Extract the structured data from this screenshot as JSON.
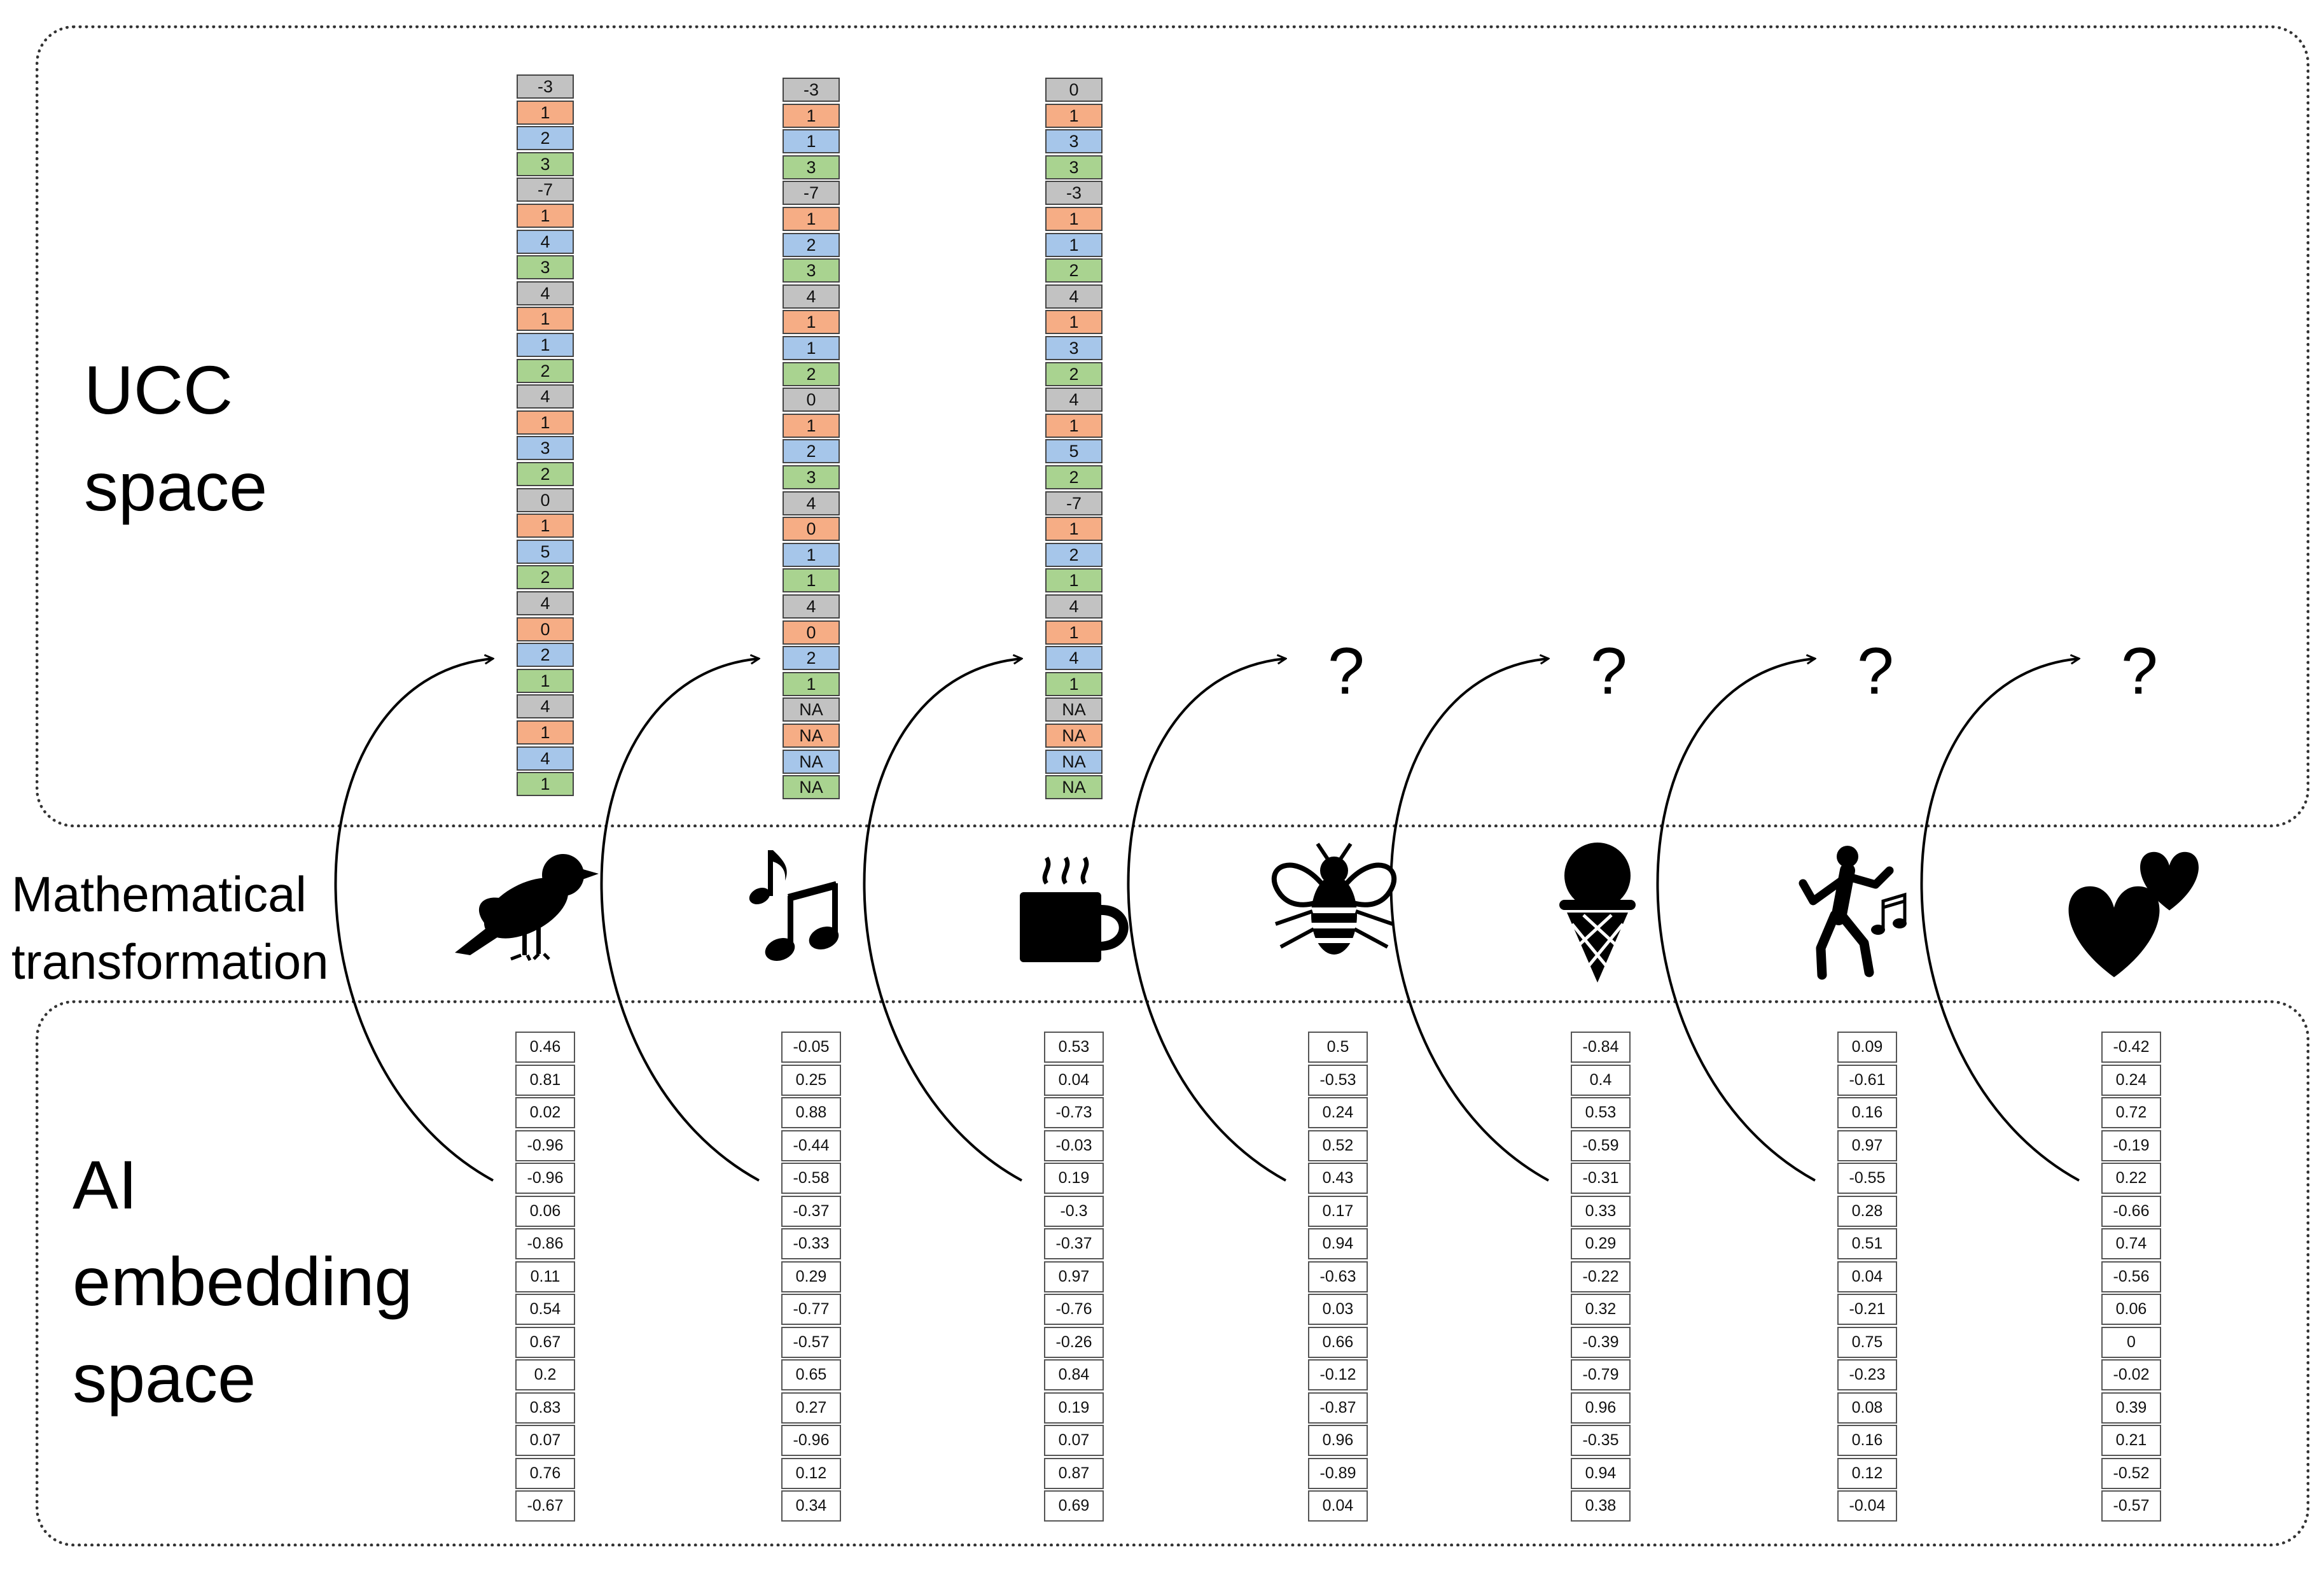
{
  "labels": {
    "ucc": "UCC\nspace",
    "ai": "AI\nembedding\nspace",
    "transform": "Mathematical\ntransformation",
    "unknown": "?"
  },
  "colors": {
    "gray": "#c2c2c2",
    "orange": "#f6ad85",
    "blue": "#a6c6ea",
    "green": "#a9d390",
    "panel_border": "#333333"
  },
  "cell_color_cycle": [
    "gray",
    "orange",
    "blue",
    "green"
  ],
  "icons": [
    "bird-icon",
    "music-notes-icon",
    "coffee-mug-icon",
    "bee-icon",
    "ice-cream-icon",
    "dancing-person-icon",
    "hearts-icon"
  ],
  "ucc_vectors": [
    [
      "-3",
      "1",
      "2",
      "3",
      "-7",
      "1",
      "4",
      "3",
      "4",
      "1",
      "1",
      "2",
      "4",
      "1",
      "3",
      "2",
      "0",
      "1",
      "5",
      "2",
      "4",
      "0",
      "2",
      "1",
      "4",
      "1",
      "4",
      "1"
    ],
    [
      "-3",
      "1",
      "1",
      "3",
      "-7",
      "1",
      "2",
      "3",
      "4",
      "1",
      "1",
      "2",
      "0",
      "1",
      "2",
      "3",
      "4",
      "0",
      "1",
      "1",
      "4",
      "0",
      "2",
      "1",
      "NA",
      "NA",
      "NA",
      "NA"
    ],
    [
      "0",
      "1",
      "3",
      "3",
      "-3",
      "1",
      "1",
      "2",
      "4",
      "1",
      "3",
      "2",
      "4",
      "1",
      "5",
      "2",
      "-7",
      "1",
      "2",
      "1",
      "4",
      "1",
      "4",
      "1",
      "NA",
      "NA",
      "NA",
      "NA"
    ]
  ],
  "ai_vectors": [
    [
      "0.46",
      "0.81",
      "0.02",
      "-0.96",
      "-0.96",
      "0.06",
      "-0.86",
      "0.11",
      "0.54",
      "0.67",
      "0.2",
      "0.83",
      "0.07",
      "0.76",
      "-0.67"
    ],
    [
      "-0.05",
      "0.25",
      "0.88",
      "-0.44",
      "-0.58",
      "-0.37",
      "-0.33",
      "0.29",
      "-0.77",
      "-0.57",
      "0.65",
      "0.27",
      "-0.96",
      "0.12",
      "0.34"
    ],
    [
      "0.53",
      "0.04",
      "-0.73",
      "-0.03",
      "0.19",
      "-0.3",
      "-0.37",
      "0.97",
      "-0.76",
      "-0.26",
      "0.84",
      "0.19",
      "0.07",
      "0.87",
      "0.69"
    ],
    [
      "0.5",
      "-0.53",
      "0.24",
      "0.52",
      "0.43",
      "0.17",
      "0.94",
      "-0.63",
      "0.03",
      "0.66",
      "-0.12",
      "-0.87",
      "0.96",
      "-0.89",
      "0.04"
    ],
    [
      "-0.84",
      "0.4",
      "0.53",
      "-0.59",
      "-0.31",
      "0.33",
      "0.29",
      "-0.22",
      "0.32",
      "-0.39",
      "-0.79",
      "0.96",
      "-0.35",
      "0.94",
      "0.38"
    ],
    [
      "0.09",
      "-0.61",
      "0.16",
      "0.97",
      "-0.55",
      "0.28",
      "0.51",
      "0.04",
      "-0.21",
      "0.75",
      "-0.23",
      "0.08",
      "0.16",
      "0.12",
      "-0.04"
    ],
    [
      "-0.42",
      "0.24",
      "0.72",
      "-0.19",
      "0.22",
      "-0.66",
      "0.74",
      "-0.56",
      "0.06",
      "0",
      "-0.02",
      "0.39",
      "0.21",
      "-0.52",
      "-0.57"
    ]
  ]
}
